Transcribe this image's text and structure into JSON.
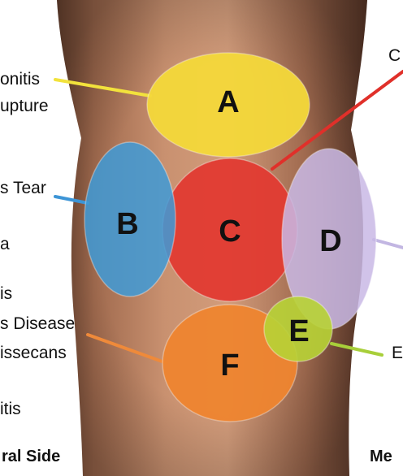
{
  "left_labels": [
    "onitis",
    "upture",
    "s Tear",
    "a",
    "is",
    "s Disease",
    "issecans",
    "itis"
  ],
  "right_labels": [
    "C",
    "E"
  ],
  "footer": {
    "left": "ral Side",
    "right": "Me"
  },
  "regions": [
    {
      "letter": "A",
      "color": "#f5d93a"
    },
    {
      "letter": "B",
      "color": "#3f9bd8"
    },
    {
      "letter": "C",
      "color": "#e23b32"
    },
    {
      "letter": "D",
      "color": "#c9b9e6"
    },
    {
      "letter": "E",
      "color": "#b8d336"
    },
    {
      "letter": "F",
      "color": "#ef8530"
    }
  ],
  "leader_colors": {
    "A": "#f2e23c",
    "B": "#3d95d6",
    "C": "#e0302a",
    "D": "#c2b6e2",
    "E": "#a8cf3a",
    "F": "#ef8a3a"
  }
}
